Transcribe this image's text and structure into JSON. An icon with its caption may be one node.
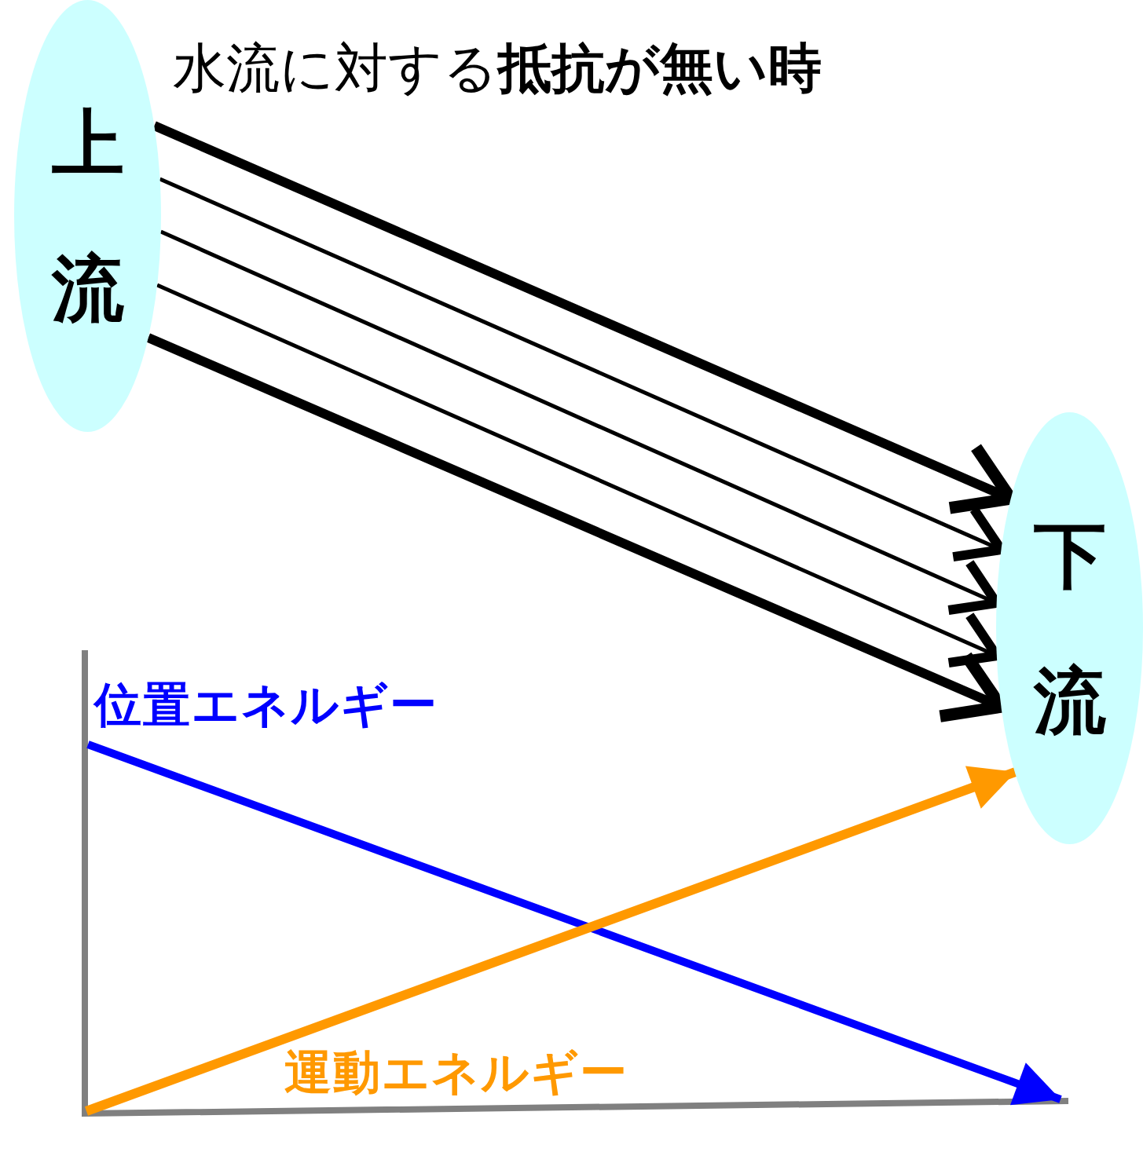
{
  "diagram": {
    "title": "水流に対する**抵抗が無い時**",
    "nodes": [
      {
        "text": [
          "上流"
        ]
      },
      {
        "text": [
          "下流"
        ]
      }
    ],
    "edges": [
      {
        "from": 0,
        "to": 1,
        "arrow": "to",
        "style": "thick"
      },
      {
        "from": 0,
        "to": 1,
        "arrow": "to"
      },
      {
        "from": 0,
        "to": 1,
        "arrow": "to"
      },
      {
        "from": 0,
        "to": 1,
        "arrow": "to"
      },
      {
        "from": 0,
        "to": 1,
        "arrow": "to",
        "style": "thick"
      },
      {
        "from": null,
        "to": 1,
        "arrow": "to",
        "style": "thick",
        "color": "#ff9900"
      }
    ],
    "labels": [
      "位置エネルギー",
      "運動エネルギー"
    ]
  }
}
